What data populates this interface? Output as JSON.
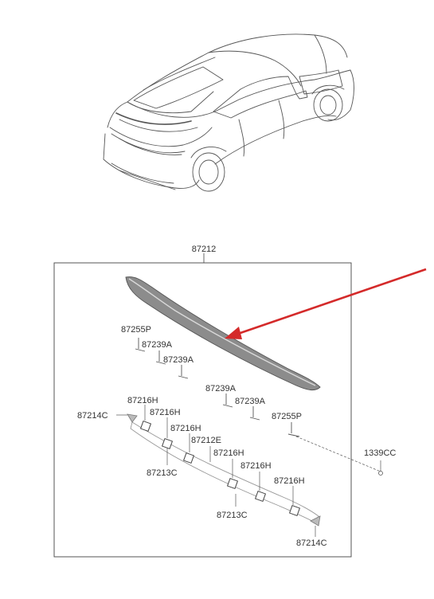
{
  "diagram": {
    "assembly_label": "87212",
    "callouts": [
      {
        "id": "87255p-top",
        "text": "87255P"
      },
      {
        "id": "87239a-1",
        "text": "87239A"
      },
      {
        "id": "87239a-2",
        "text": "87239A"
      },
      {
        "id": "87239a-3",
        "text": "87239A"
      },
      {
        "id": "87239a-4",
        "text": "87239A"
      },
      {
        "id": "87255p-right",
        "text": "87255P"
      },
      {
        "id": "87216h-1",
        "text": "87216H"
      },
      {
        "id": "87216h-2",
        "text": "87216H"
      },
      {
        "id": "87216h-3",
        "text": "87216H"
      },
      {
        "id": "87216h-4",
        "text": "87216H"
      },
      {
        "id": "87216h-5",
        "text": "87216H"
      },
      {
        "id": "87216h-6",
        "text": "87216H"
      },
      {
        "id": "87212e",
        "text": "87212E"
      },
      {
        "id": "87214c-left",
        "text": "87214C"
      },
      {
        "id": "87214c-right",
        "text": "87214C"
      },
      {
        "id": "87213c-left",
        "text": "87213C"
      },
      {
        "id": "87213c-right",
        "text": "87213C"
      },
      {
        "id": "1339cc",
        "text": "1339CC"
      }
    ],
    "colors": {
      "line": "#555555",
      "spoiler": "#7a7a7a",
      "arrow": "#d42a2a",
      "box": "#444444"
    }
  }
}
